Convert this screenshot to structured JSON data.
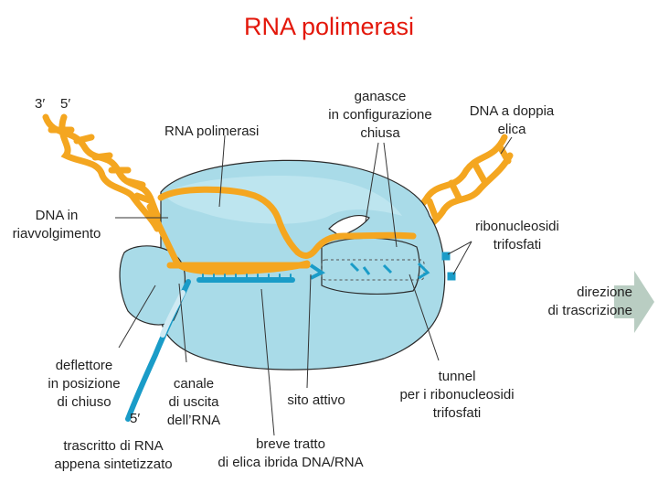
{
  "title": "RNA polimerasi",
  "colors": {
    "title": "#e3170a",
    "polymerase_body": "#a9dbe8",
    "polymerase_outline": "#2b2b2b",
    "dna_strand": "#f4a620",
    "rna_strand": "#1a9cc8",
    "arrow": "#b9cdc2"
  },
  "labels": {
    "end_3_top": "3′",
    "end_5_top": "5′",
    "rna_polymerase": "RNA polimerasi",
    "jaws_line1": "ganasce",
    "jaws_line2": "in configurazione",
    "jaws_line3": "chiusa",
    "dna_double_line1": "DNA a doppia",
    "dna_double_line2": "elica",
    "dna_rewinding_line1": "DNA in",
    "dna_rewinding_line2": "riavvolgimento",
    "ntp_line1": "ribonucleosidi",
    "ntp_line2": "trifosfati",
    "direction_line1": "direzione",
    "direction_line2": "di trascrizione",
    "deflector_line1": "deflettore",
    "deflector_line2": "in posizione",
    "deflector_line3": "di chiuso",
    "exit_channel_line1": "canale",
    "exit_channel_line2": "di uscita",
    "exit_channel_line3": "dell’RNA",
    "active_site": "sito attivo",
    "tunnel_line1": "tunnel",
    "tunnel_line2": "per i ribonucleosidi",
    "tunnel_line3": "trifosfati",
    "end_5_rna": "5′",
    "transcript_line1": "trascritto di RNA",
    "transcript_line2": "appena sintetizzato",
    "hybrid_line1": "breve tratto",
    "hybrid_line2": "di elica ibrida DNA/RNA"
  }
}
